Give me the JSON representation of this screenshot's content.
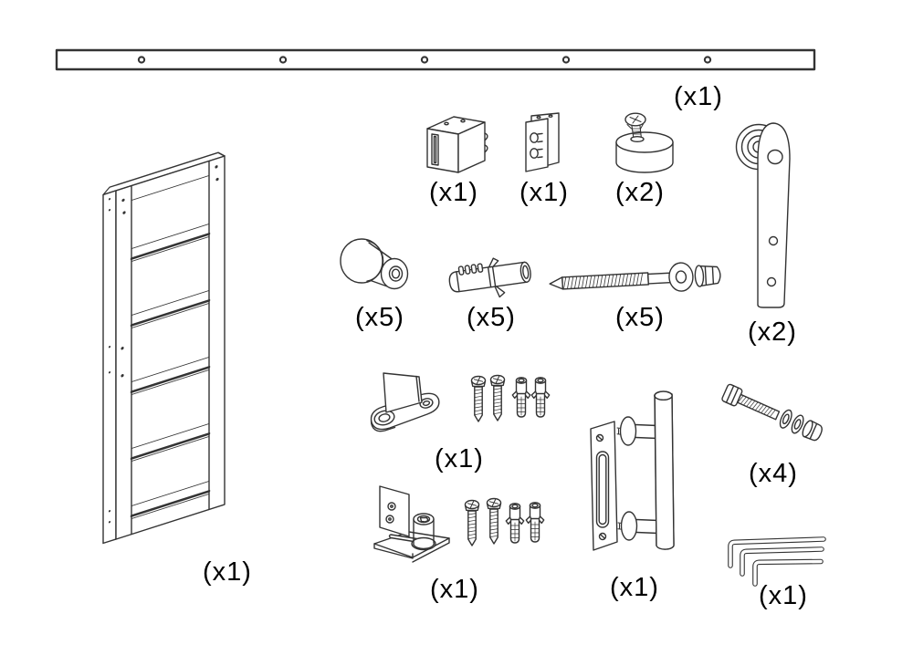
{
  "diagram": {
    "labels": {
      "rail": "(x1)",
      "door": "(x1)",
      "guide_block": "(x1)",
      "spacer_block": "(x1)",
      "door_stop": "(x2)",
      "roller_hanger": "(x2)",
      "standoff_spacer": "(x5)",
      "wall_anchor": "(x5)",
      "lag_screw": "(x5)",
      "floor_guide_fixed": "(x1)",
      "floor_guide_adjustable": "(x1)",
      "door_handle": "(x1)",
      "hex_bolt_set": "(x4)",
      "hex_keys": "(x1)"
    },
    "colors": {
      "line": "#333333",
      "background": "#ffffff",
      "label_text": "#000000"
    }
  }
}
